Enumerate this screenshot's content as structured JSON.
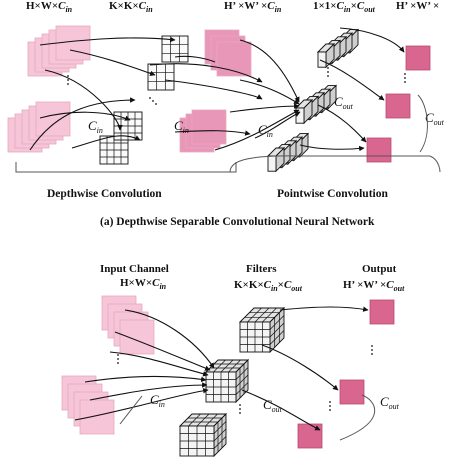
{
  "colors": {
    "light_pink": "#f6c6d8",
    "light_pink_edge": "#e6a9bf",
    "pink": "#e897b8",
    "output_pink": "#d9668f",
    "output_edge": "#b84c74",
    "ink": "#111111"
  },
  "top": {
    "header": {
      "input_dims": "H×W×",
      "input_c": "C",
      "input_c_sub": "in",
      "kernel_dims": "K×K×",
      "kernel_c": "C",
      "kernel_c_sub": "in",
      "mid_dims": "H’ ×W’ ×",
      "mid_c": "C",
      "mid_c_sub": "in",
      "pw_dims": "1×1×",
      "pw_c1": "C",
      "pw_c1_sub": "in",
      "pw_times": "×",
      "pw_c2": "C",
      "pw_c2_sub": "out",
      "out_dims": "H’ ×W’ ×"
    },
    "labels": {
      "cin_a": "C",
      "cin_a_sub": "in",
      "cin_b": "C",
      "cin_b_sub": "in",
      "cin_c": "C",
      "cin_c_sub": "in",
      "cout_a": "C",
      "cout_a_sub": "out",
      "cout_b": "C",
      "cout_b_sub": "out"
    },
    "depthwise_label": "Depthwise Convolution",
    "pointwise_label": "Pointwise Convolution",
    "caption": "(a) Depthwise Separable Convolutional Neural Network"
  },
  "bottom": {
    "input_title": "Input Channel",
    "input_dims": "H×W×",
    "input_c": "C",
    "input_c_sub": "in",
    "filters_title": "Filters",
    "filters_dims": "K×K×",
    "filters_c1": "C",
    "filters_c1_sub": "in",
    "filters_times": "×",
    "filters_c2": "C",
    "filters_c2_sub": "out",
    "output_title": "Output",
    "output_dims": "H’ ×W’ ×",
    "output_c": "C",
    "output_c_sub": "out",
    "cin": "C",
    "cin_sub": "in",
    "cout_a": "C",
    "cout_a_sub": "out",
    "cout_b": "C",
    "cout_b_sub": "out"
  },
  "ellipsis_dots": "·\n·\n·"
}
